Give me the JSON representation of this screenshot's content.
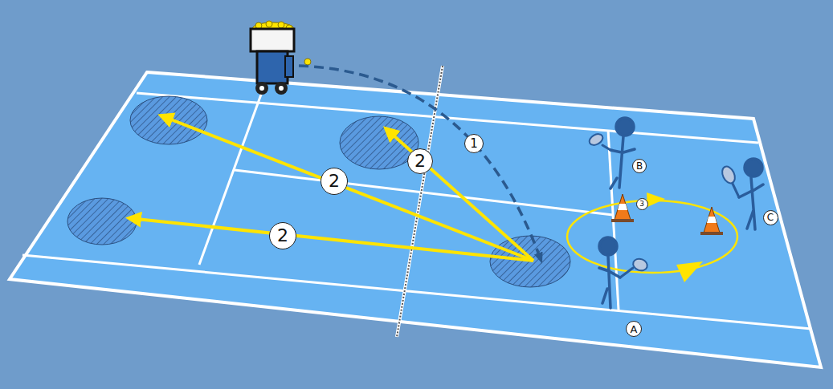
{
  "diagram": {
    "labels": [
      "1",
      "2",
      "2",
      "2",
      "B",
      "3",
      "C",
      "A"
    ]
  }
}
